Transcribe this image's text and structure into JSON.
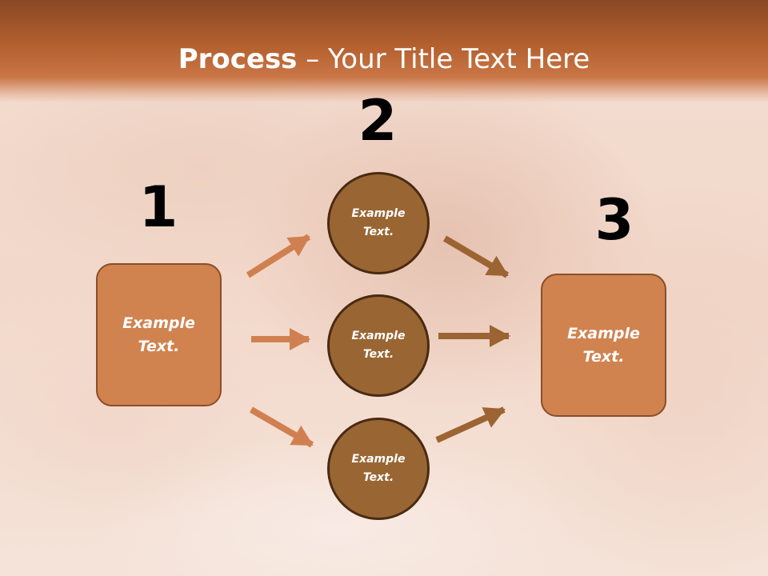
{
  "title": {
    "bold": "Process",
    "rest": " – Your Title Text Here"
  },
  "steps": [
    {
      "number": "1",
      "label": "Example Text."
    },
    {
      "number": "2"
    },
    {
      "number": "3",
      "label": "Example Text."
    }
  ],
  "circles": [
    {
      "label": "Example Text."
    },
    {
      "label": "Example Text."
    },
    {
      "label": "Example Text."
    }
  ],
  "colors": {
    "header": "#b4602f",
    "box_fill": "#d0834f",
    "circle_fill": "#996633",
    "left_arrow": "#d08050",
    "right_arrow": "#9b6432"
  }
}
